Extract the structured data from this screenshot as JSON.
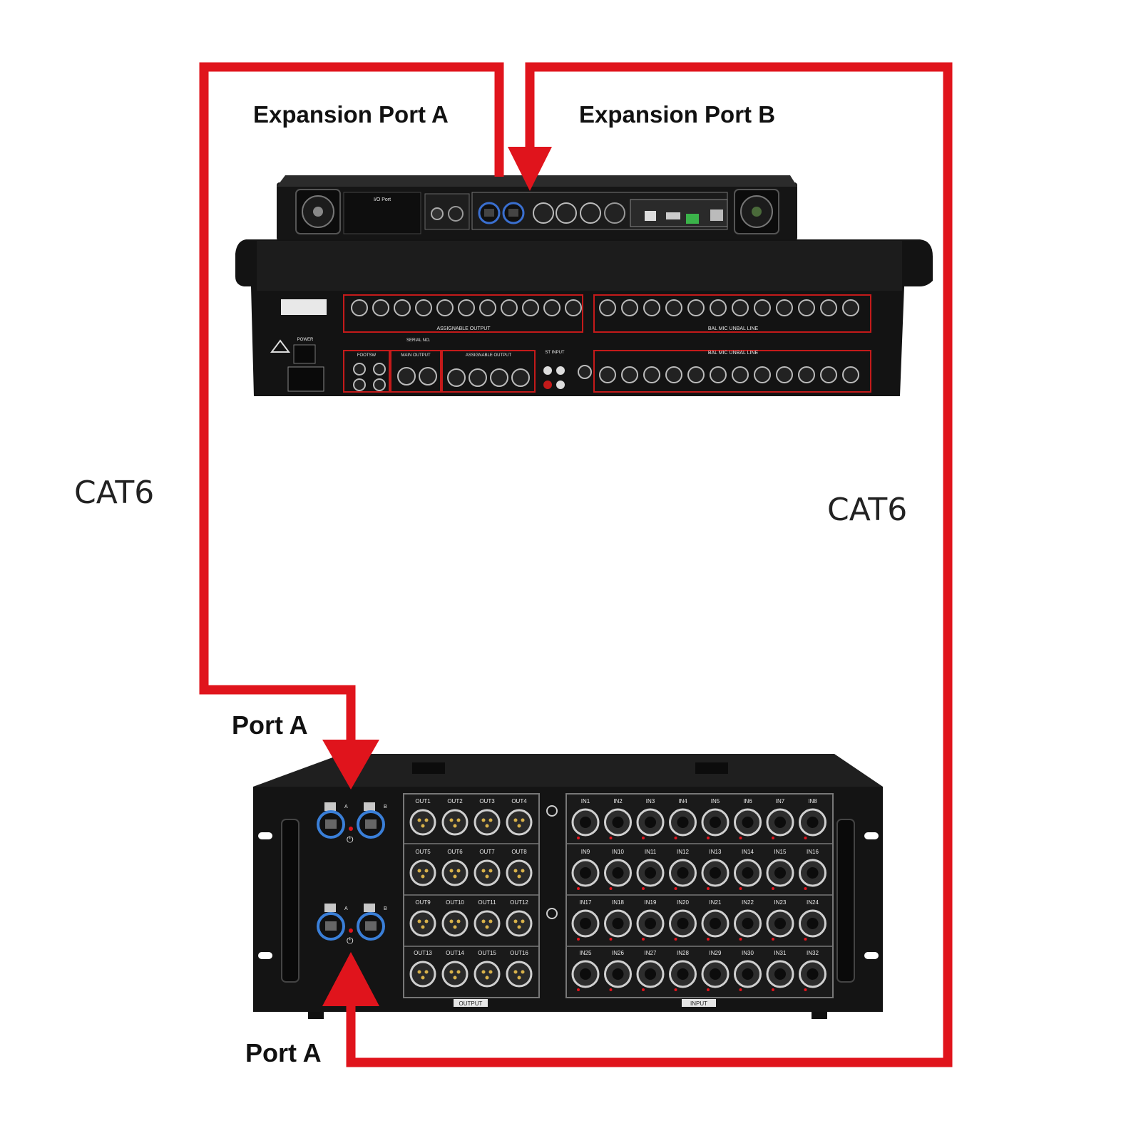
{
  "labels": {
    "expansion_a": "Expansion Port A",
    "expansion_b": "Expansion Port B",
    "cat6_left": "CAT6",
    "cat6_right": "CAT6",
    "port_a_top": "Port A",
    "port_a_bottom": "Port A"
  },
  "console": {
    "io_panel": "I/O Port",
    "mixer_rear_label_1": "ASSIGNABLE OUTPUT",
    "mixer_rear_label_2": "BAL MIC UNBAL LINE",
    "mixer_rear_label_3": "MAIN OUTPUT",
    "mixer_rear_label_4": "ASSIGNABLE OUTPUT",
    "mixer_rear_label_5": "BAL MIC UNBAL LINE",
    "mixer_rear_label_6": "FOOTSW",
    "mixer_rear_label_7": "ST INPUT",
    "mixer_rear_label_8": "POWER",
    "mixer_rear_label_9": "SERIAL NO."
  },
  "stagebox": {
    "port_a": "A",
    "port_b": "B",
    "outputs": [
      "OUT1",
      "OUT2",
      "OUT3",
      "OUT4",
      "OUT5",
      "OUT6",
      "OUT7",
      "OUT8",
      "OUT9",
      "OUT10",
      "OUT11",
      "OUT12",
      "OUT13",
      "OUT14",
      "OUT15",
      "OUT16"
    ],
    "inputs": [
      "IN1",
      "IN2",
      "IN3",
      "IN4",
      "IN5",
      "IN6",
      "IN7",
      "IN8",
      "IN9",
      "IN10",
      "IN11",
      "IN12",
      "IN13",
      "IN14",
      "IN15",
      "IN16",
      "IN17",
      "IN18",
      "IN19",
      "IN20",
      "IN21",
      "IN22",
      "IN23",
      "IN24",
      "IN25",
      "IN26",
      "IN27",
      "IN28",
      "IN29",
      "IN30",
      "IN31",
      "IN32"
    ],
    "output_section": "OUTPUT",
    "input_section": "INPUT"
  },
  "colors": {
    "cable": "#e0141c",
    "device": "#141414",
    "panel": "#2a2a2a"
  }
}
